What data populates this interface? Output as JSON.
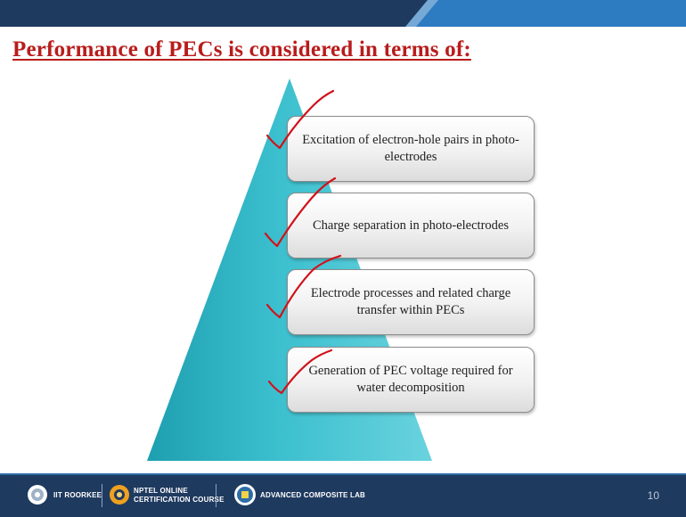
{
  "slide": {
    "title": "Performance of PECs is considered in terms of:",
    "items": [
      "Excitation of electron-hole pairs in photo-electrodes",
      "Charge separation in photo-electrodes",
      "Electrode processes and related charge transfer within PECs",
      "Generation of PEC voltage required for water decomposition"
    ]
  },
  "footer": {
    "iit": "IIT ROORKEE",
    "nptel_line1": "NPTEL ONLINE",
    "nptel_line2": "CERTIFICATION COURSE",
    "lab": "ADVANCED COMPOSITE LAB",
    "page": "10"
  },
  "colors": {
    "title": "#b91c1c",
    "pyramid": "#3bbfce",
    "footer": "#1f3a5f",
    "top_bar_dark": "#1f3a5f",
    "top_bar_light": "#2d7bc0",
    "tick": "#d0121b"
  }
}
